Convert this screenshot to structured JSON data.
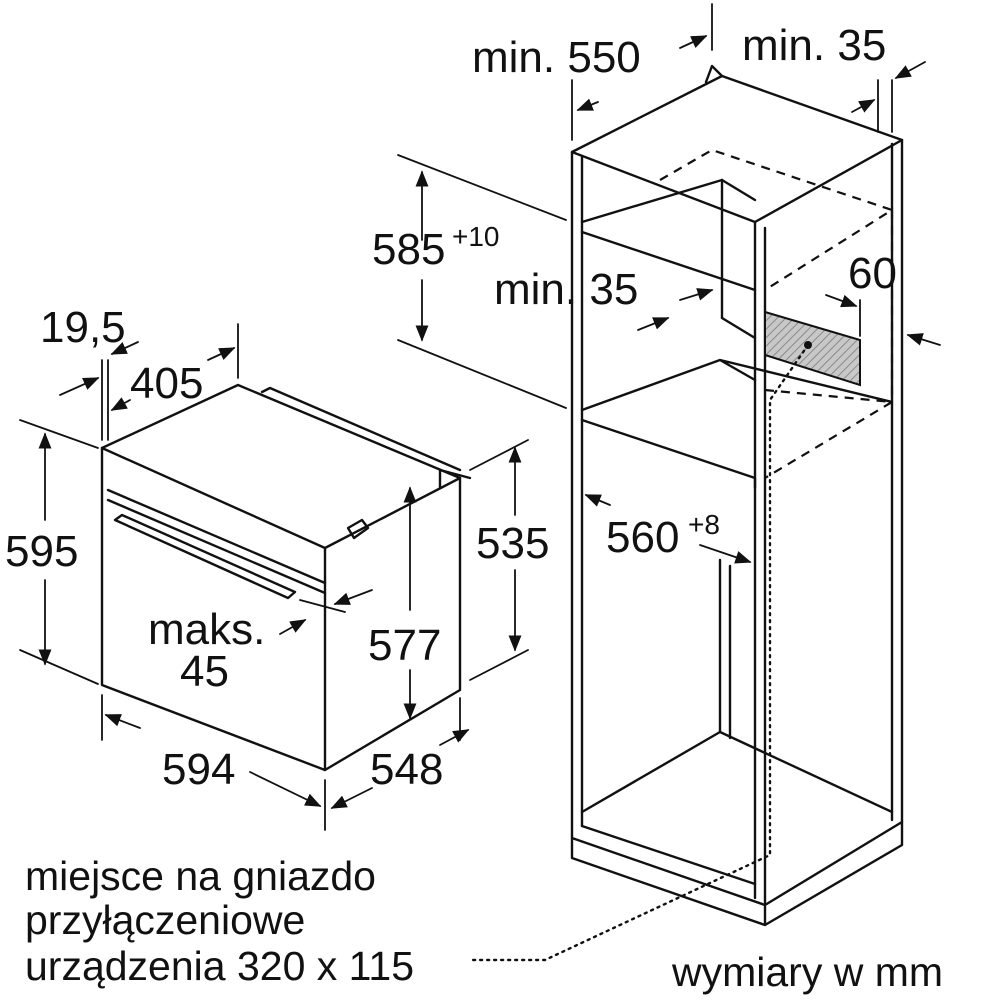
{
  "labels": {
    "cab_depth": "min. 550",
    "cab_gap_right": "min. 35",
    "niche_height": "585",
    "niche_height_tol": "+10",
    "vent_gap": "min. 35",
    "cutout_height": "60",
    "niche_width": "560",
    "niche_width_tol": "+8",
    "door_thickness": "19,5",
    "handle_depth": "405",
    "oven_height": "595",
    "body_height": "535",
    "inner_height": "577",
    "max_label": "maks.",
    "max_value": "45",
    "oven_width": "594",
    "oven_depth": "548"
  },
  "notes": {
    "socket_line1": "miejsce na gniazdo",
    "socket_line2": "przyłączeniowe",
    "socket_line3": "urządzenia 320 x 115",
    "units": "wymiary w mm"
  }
}
